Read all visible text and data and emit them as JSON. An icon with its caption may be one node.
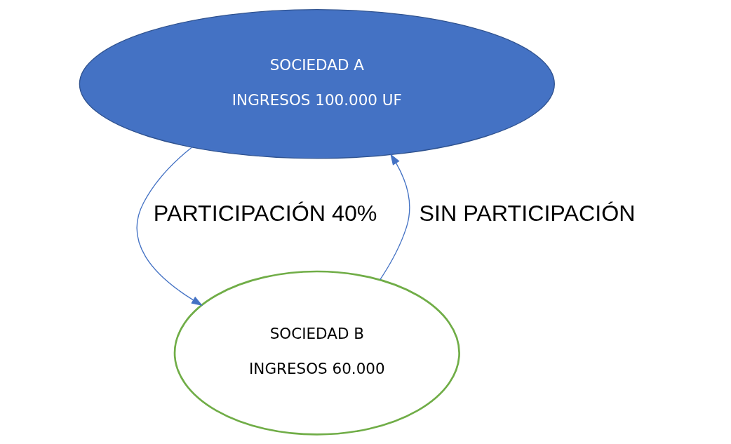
{
  "diagram": {
    "nodes": [
      {
        "text": [
          "SOCIEDAD A",
          "INGRESOS 100.000 UF"
        ]
      },
      {
        "text": [
          "SOCIEDAD B",
          "INGRESOS 60.000"
        ]
      }
    ],
    "edges": [
      {
        "from": 0,
        "to": 1,
        "arrow": "to",
        "label": "PARTICIPACIÓN 40%"
      },
      {
        "from": 1,
        "to": 0,
        "arrow": "to",
        "label": "SIN PARTICIPACIÓN"
      }
    ]
  }
}
